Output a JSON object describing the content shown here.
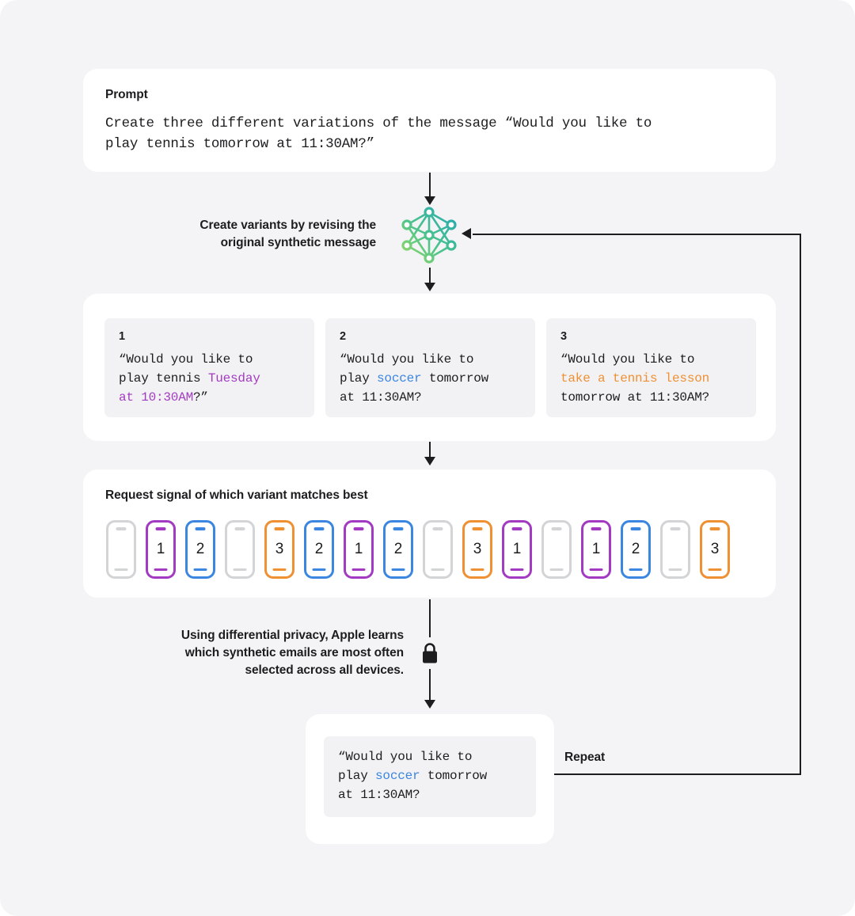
{
  "page": {
    "background": "#f4f4f6",
    "panel_background": "#ffffff",
    "inner_card_background": "#f2f2f4",
    "text_color": "#1d1d1f"
  },
  "colors": {
    "purple": "#a33bc2",
    "blue": "#3b86e0",
    "orange": "#ef9033",
    "gray": "#d2d4d6",
    "nn_gradient_start": "#9ede4f",
    "nn_gradient_end": "#17a9b8"
  },
  "prompt": {
    "label": "Prompt",
    "text": "Create three different variations of the message “Would you like to\nplay tennis tomorrow at 11:30AM?”"
  },
  "step_revise": {
    "label": "Create variants by revising the\noriginal synthetic message",
    "icon": "neural-network-icon"
  },
  "variants": {
    "items": [
      {
        "number": "1",
        "prefix": "“Would you like to\nplay tennis ",
        "highlight": "Tuesday\nat 10:30AM",
        "highlight_color": "purple",
        "suffix": "?”"
      },
      {
        "number": "2",
        "prefix": "“Would you like to\nplay ",
        "highlight": "soccer",
        "highlight_color": "blue",
        "suffix": " tomorrow\nat 11:30AM?"
      },
      {
        "number": "3",
        "prefix": "“Would you like to\n",
        "highlight": "take a tennis lesson",
        "highlight_color": "orange",
        "suffix": "\ntomorrow at 11:30AM?"
      }
    ]
  },
  "devices": {
    "title": "Request signal of which variant matches best",
    "items": [
      {
        "label": "",
        "color": "gray"
      },
      {
        "label": "1",
        "color": "purple"
      },
      {
        "label": "2",
        "color": "blue"
      },
      {
        "label": "",
        "color": "gray"
      },
      {
        "label": "3",
        "color": "orange"
      },
      {
        "label": "2",
        "color": "blue"
      },
      {
        "label": "1",
        "color": "purple"
      },
      {
        "label": "2",
        "color": "blue"
      },
      {
        "label": "",
        "color": "gray"
      },
      {
        "label": "3",
        "color": "orange"
      },
      {
        "label": "1",
        "color": "purple"
      },
      {
        "label": "",
        "color": "gray"
      },
      {
        "label": "1",
        "color": "purple"
      },
      {
        "label": "2",
        "color": "blue"
      },
      {
        "label": "",
        "color": "gray"
      },
      {
        "label": "3",
        "color": "orange"
      }
    ]
  },
  "differential_privacy": {
    "label": "Using differential privacy, Apple learns\nwhich synthetic emails are most often\nselected across all devices.",
    "icon": "lock-icon"
  },
  "final_result": {
    "prefix": "“Would you like to\nplay ",
    "highlight": "soccer",
    "highlight_color": "blue",
    "suffix": " tomorrow\nat 11:30AM?"
  },
  "loop": {
    "label": "Repeat"
  }
}
